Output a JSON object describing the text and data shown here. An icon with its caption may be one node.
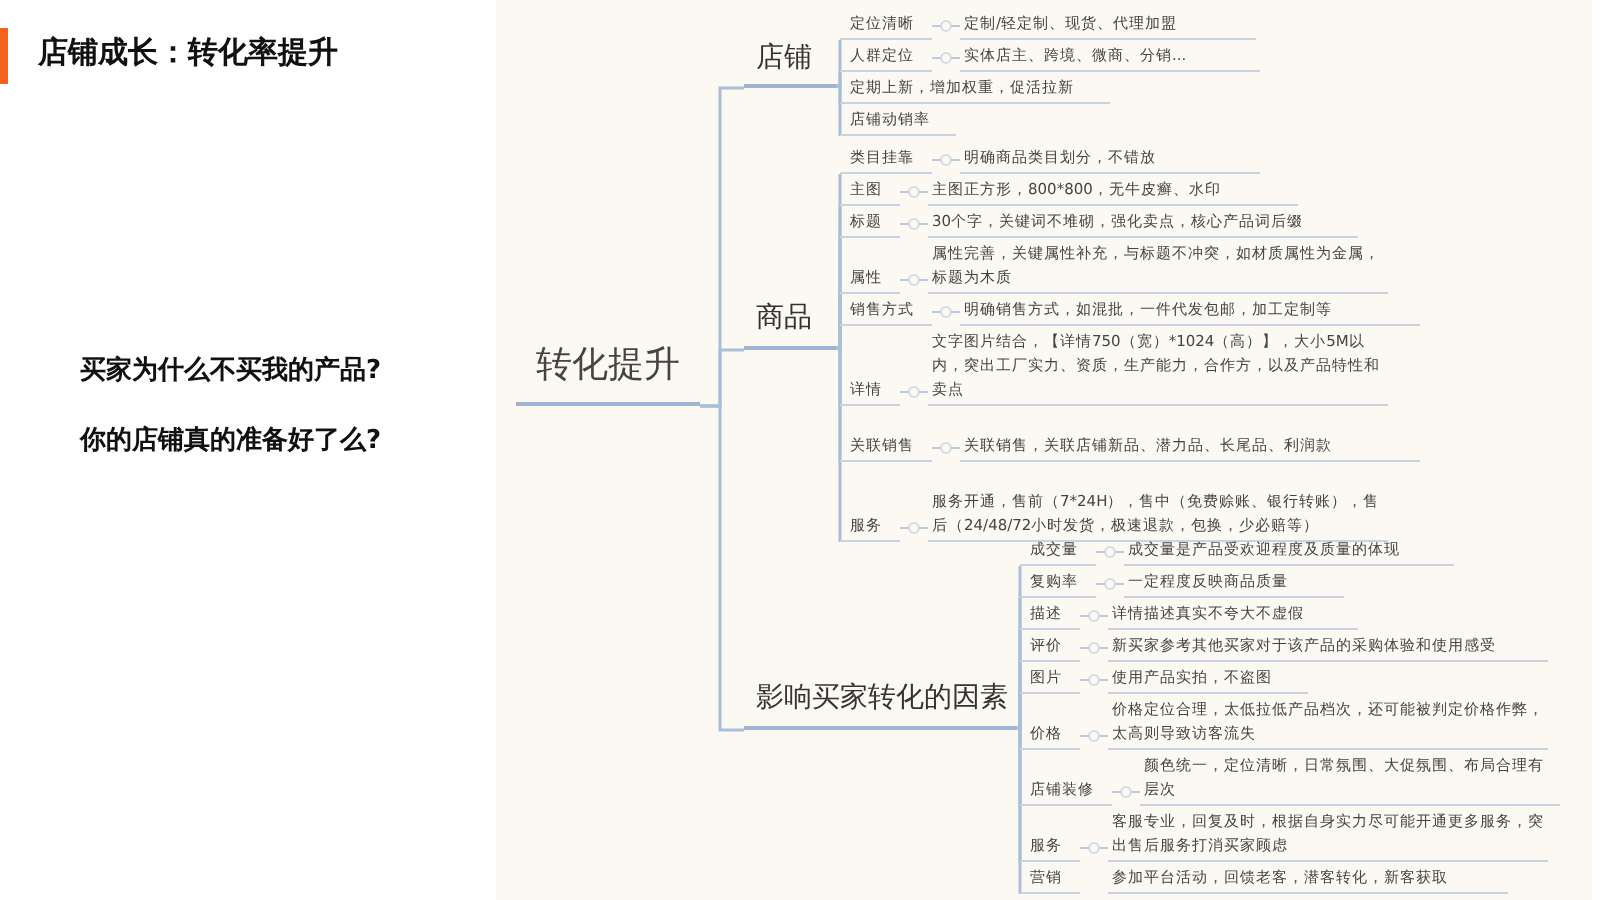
{
  "diagram": {
    "title": "店铺成长：转化率提升",
    "nodes": [
      {
        "text": [
          "转化提升"
        ]
      },
      {
        "text": [
          "店铺"
        ]
      },
      {
        "text": [
          "定位清晰"
        ]
      },
      {
        "text": [
          "定制/轻定制、现货、代理加盟"
        ]
      },
      {
        "text": [
          "人群定位"
        ]
      },
      {
        "text": [
          "实体店主、跨境、微商、分销..."
        ]
      },
      {
        "text": [
          "定期上新，增加权重，促活拉新"
        ]
      },
      {
        "text": [
          "店铺动销率"
        ]
      },
      {
        "text": [
          "商品"
        ]
      },
      {
        "text": [
          "类目挂靠"
        ]
      },
      {
        "text": [
          "明确商品类目划分，不错放"
        ]
      },
      {
        "text": [
          "主图"
        ]
      },
      {
        "text": [
          "主图正方形，800*800，无牛皮癣、水印"
        ]
      },
      {
        "text": [
          "标题"
        ]
      },
      {
        "text": [
          "30个字，关键词不堆砌，强化卖点，核心产品词后缀"
        ]
      },
      {
        "text": [
          "属性"
        ]
      },
      {
        "text": [
          "属性完善，关键属性补充，与标题不冲突，如材质属性为金属，标题为木质"
        ]
      },
      {
        "text": [
          "销售方式"
        ]
      },
      {
        "text": [
          "明确销售方式，如混批，一件代发包邮，加工定制等"
        ]
      },
      {
        "text": [
          "详情"
        ]
      },
      {
        "text": [
          "文字图片结合，【详情750（宽）*1024（高）】，大小5M以内，突出工厂实力、资质，生产能力，合作方，以及产品特性和卖点"
        ]
      },
      {
        "text": [
          "关联销售"
        ]
      },
      {
        "text": [
          "关联销售，关联店铺新品、潜力品、长尾品、利润款"
        ]
      },
      {
        "text": [
          "服务"
        ]
      },
      {
        "text": [
          "服务开通，售前（7*24H），售中（免费赊账、银行转账），售后（24/48/72小时发货，极速退款，包换，少必赔等）"
        ]
      },
      {
        "text": [
          "影响买家转化的因素"
        ]
      },
      {
        "text": [
          "成交量"
        ]
      },
      {
        "text": [
          "成交量是产品受欢迎程度及质量的体现"
        ]
      },
      {
        "text": [
          "复购率"
        ]
      },
      {
        "text": [
          "一定程度反映商品质量"
        ]
      },
      {
        "text": [
          "描述"
        ]
      },
      {
        "text": [
          "详情描述真实不夸大不虚假"
        ]
      },
      {
        "text": [
          "评价"
        ]
      },
      {
        "text": [
          "新买家参考其他买家对于该产品的采购体验和使用感受"
        ]
      },
      {
        "text": [
          "图片"
        ]
      },
      {
        "text": [
          "使用产品实拍，不盗图"
        ]
      },
      {
        "text": [
          "价格"
        ]
      },
      {
        "text": [
          "价格定位合理，太低拉低产品档次，还可能被判定价格作弊，太高则导致访客流失"
        ]
      },
      {
        "text": [
          "店铺装修"
        ]
      },
      {
        "text": [
          "颜色统一，定位清晰，日常氛围、大促氛围、布局合理有层次"
        ]
      },
      {
        "text": [
          "服务"
        ]
      },
      {
        "text": [
          "客服专业，回复及时，根据自身实力尽可能开通更多服务，突出售后服务打消买家顾虑"
        ]
      },
      {
        "text": [
          "营销"
        ]
      },
      {
        "text": [
          "参加平台活动，回馈老客，潜客转化，新客获取"
        ]
      }
    ],
    "edges": [
      {
        "from": 0,
        "to": 1,
        "arrow": "none"
      },
      {
        "from": 0,
        "to": 8,
        "arrow": "none"
      },
      {
        "from": 0,
        "to": 25,
        "arrow": "none"
      },
      {
        "from": 1,
        "to": 2,
        "arrow": "none"
      },
      {
        "from": 2,
        "to": 3,
        "arrow": "none"
      },
      {
        "from": 1,
        "to": 4,
        "arrow": "none"
      },
      {
        "from": 4,
        "to": 5,
        "arrow": "none"
      },
      {
        "from": 1,
        "to": 6,
        "arrow": "none"
      },
      {
        "from": 1,
        "to": 7,
        "arrow": "none"
      },
      {
        "from": 8,
        "to": 9,
        "arrow": "none"
      },
      {
        "from": 9,
        "to": 10,
        "arrow": "none"
      },
      {
        "from": 8,
        "to": 11,
        "arrow": "none"
      },
      {
        "from": 11,
        "to": 12,
        "arrow": "none"
      },
      {
        "from": 8,
        "to": 13,
        "arrow": "none"
      },
      {
        "from": 13,
        "to": 14,
        "arrow": "none"
      },
      {
        "from": 8,
        "to": 15,
        "arrow": "none"
      },
      {
        "from": 15,
        "to": 16,
        "arrow": "none"
      },
      {
        "from": 8,
        "to": 17,
        "arrow": "none"
      },
      {
        "from": 17,
        "to": 18,
        "arrow": "none"
      },
      {
        "from": 8,
        "to": 19,
        "arrow": "none"
      },
      {
        "from": 19,
        "to": 20,
        "arrow": "none"
      },
      {
        "from": 8,
        "to": 21,
        "arrow": "none"
      },
      {
        "from": 21,
        "to": 22,
        "arrow": "none"
      },
      {
        "from": 8,
        "to": 23,
        "arrow": "none"
      },
      {
        "from": 23,
        "to": 24,
        "arrow": "none"
      },
      {
        "from": 25,
        "to": 26,
        "arrow": "none"
      },
      {
        "from": 26,
        "to": 27,
        "arrow": "none"
      },
      {
        "from": 25,
        "to": 28,
        "arrow": "none"
      },
      {
        "from": 28,
        "to": 29,
        "arrow": "none"
      },
      {
        "from": 25,
        "to": 30,
        "arrow": "none"
      },
      {
        "from": 30,
        "to": 31,
        "arrow": "none"
      },
      {
        "from": 25,
        "to": 32,
        "arrow": "none"
      },
      {
        "from": 32,
        "to": 33,
        "arrow": "none"
      },
      {
        "from": 25,
        "to": 34,
        "arrow": "none"
      },
      {
        "from": 34,
        "to": 35,
        "arrow": "none"
      },
      {
        "from": 25,
        "to": 36,
        "arrow": "none"
      },
      {
        "from": 36,
        "to": 37,
        "arrow": "none"
      },
      {
        "from": 25,
        "to": 38,
        "arrow": "none"
      },
      {
        "from": 38,
        "to": 39,
        "arrow": "none"
      },
      {
        "from": 25,
        "to": 40,
        "arrow": "none"
      },
      {
        "from": 40,
        "to": 41,
        "arrow": "none"
      },
      {
        "from": 25,
        "to": 42,
        "arrow": "none"
      }
    ],
    "labels": [
      "买家为什么不买我的产品?",
      "你的店铺真的准备好了么?"
    ]
  }
}
